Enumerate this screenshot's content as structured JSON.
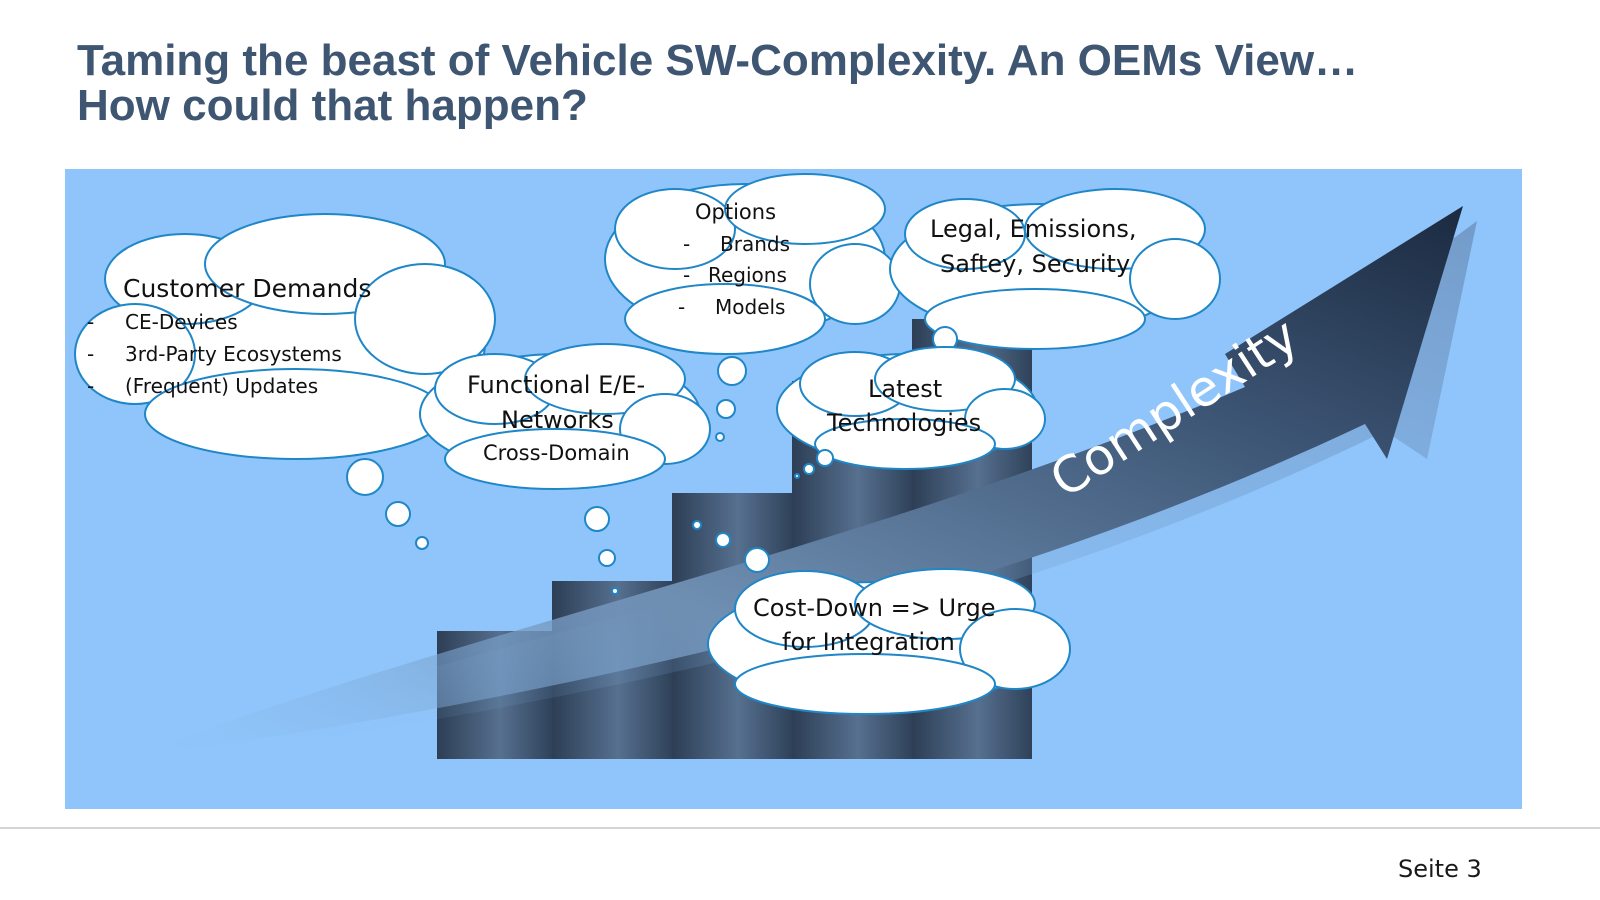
{
  "slide": {
    "title_line1": "Taming the beast of Vehicle SW-Complexity. An OEMs View…",
    "title_line2": "How could that happen?",
    "page_label": "Seite 3"
  },
  "graphic": {
    "arrow_label": "Complexity",
    "clouds": {
      "customer": {
        "heading": "Customer Demands",
        "bullets": [
          "CE-Devices",
          "3rd-Party Ecosystems",
          "(Frequent) Updates"
        ]
      },
      "options": {
        "heading": "Options",
        "bullets": [
          "Brands",
          "Regions",
          "Models"
        ]
      },
      "legal": {
        "line1": "Legal, Emissions,",
        "line2": "Saftey, Security"
      },
      "functional": {
        "line1": "Functional E/E-",
        "line2": "Networks",
        "line3": "Cross-Domain"
      },
      "latest": {
        "line1": "Latest",
        "line2": "Technologies"
      },
      "costdown": {
        "line1": "Cost-Down => Urge",
        "line2": "for Integration"
      }
    },
    "bullet_dash": "-"
  },
  "colors": {
    "title": "#3f5673",
    "panel_background": "#8fc5fb",
    "cloud_outline": "#1f86c7",
    "arrow_dark": "#1e2d44",
    "bars": "#3a4e66"
  }
}
